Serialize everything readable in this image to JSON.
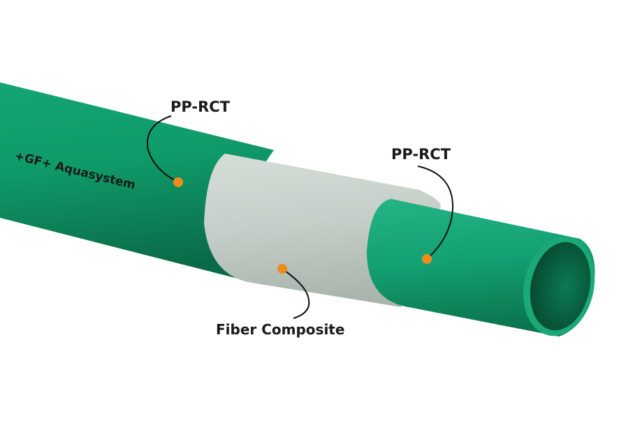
{
  "labels": {
    "outer_layer": "PP-RCT",
    "inner_layer": "PP-RCT",
    "middle_layer": "Fiber Composite",
    "brand_print": "+GF+ Aquasystem"
  },
  "colors": {
    "pipe_green": "#0f9a6a",
    "pipe_green_dark": "#0a6e4a",
    "composite_gray": "#c9d3cc",
    "marker_orange": "#f08a1c",
    "text": "#1a1a1a"
  }
}
